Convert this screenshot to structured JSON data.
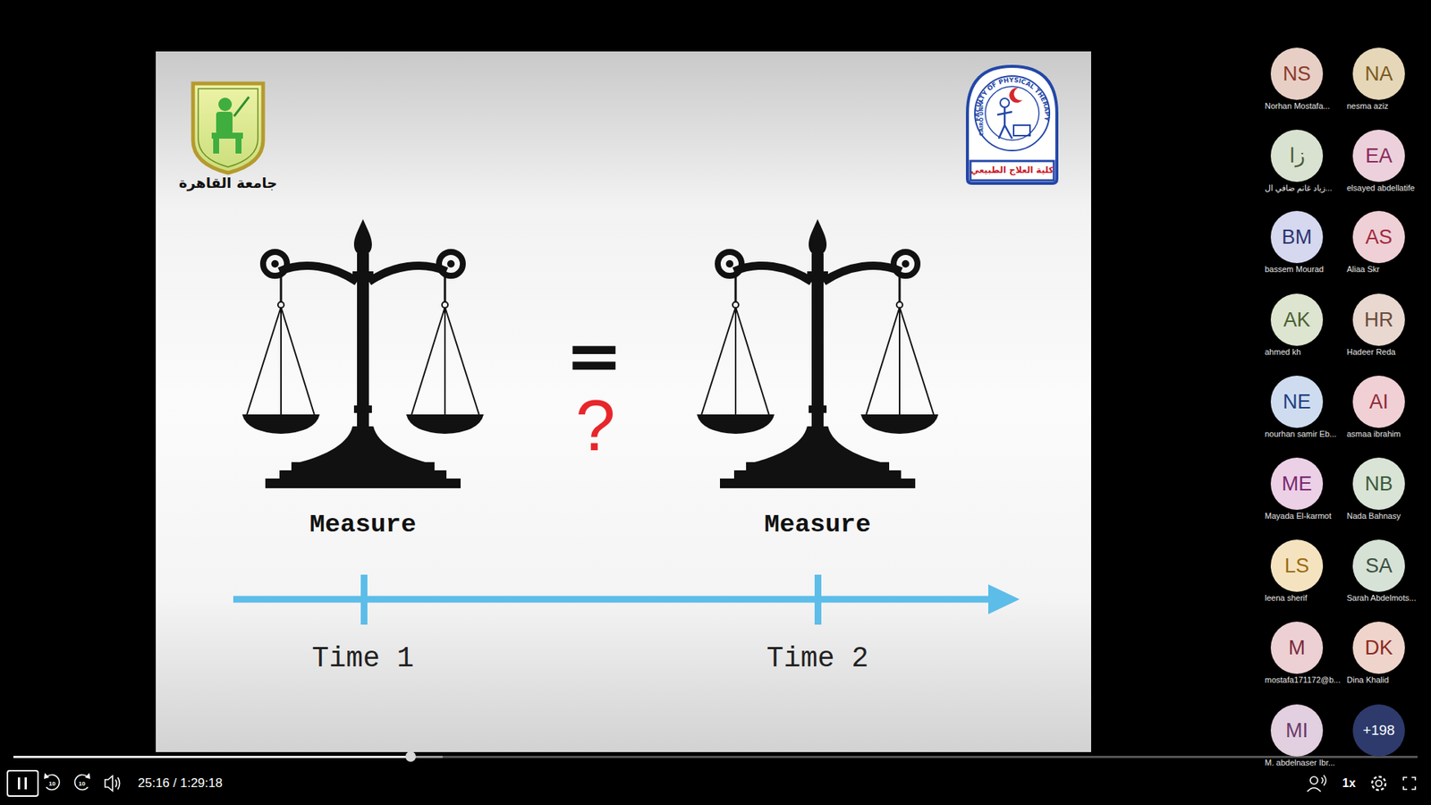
{
  "diagram": {
    "nodes": [
      {
        "text": [
          "NS",
          "Norhan Mostafa..."
        ]
      },
      {
        "text": [
          "NA",
          "nesma aziz"
        ]
      },
      {
        "text": [
          "زا",
          "زياد غانم ضافي ال..."
        ]
      },
      {
        "text": [
          "EA",
          "elsayed abdellatife"
        ]
      },
      {
        "text": [
          "BM",
          "bassem Mourad"
        ]
      },
      {
        "text": [
          "AS",
          "Aliaa Skr"
        ]
      },
      {
        "text": [
          "AK",
          "ahmed kh"
        ]
      },
      {
        "text": [
          "HR",
          "Hadeer Reda"
        ]
      },
      {
        "text": [
          "NE",
          "nourhan samir Eb..."
        ]
      },
      {
        "text": [
          "AI",
          "asmaa ibrahim"
        ]
      },
      {
        "text": [
          "ME",
          "Mayada El-karmot"
        ]
      },
      {
        "text": [
          "NB",
          "Nada Bahnasy"
        ]
      },
      {
        "text": [
          "LS",
          "leena sherif"
        ]
      },
      {
        "text": [
          "SA",
          "Sarah Abdelmots..."
        ]
      },
      {
        "text": [
          "M",
          "mostafa171172@b..."
        ]
      },
      {
        "text": [
          "DK",
          "Dina Khalid"
        ]
      },
      {
        "text": [
          "MI",
          "M. abdelnaser Ibr..."
        ]
      },
      {
        "text": [
          "+198"
        ]
      }
    ],
    "labels": [
      "جامعة القاهرة",
      "FACULTY OF PHYSICAL THERAPY",
      "CAIRO UNIV.",
      "كلية العلاج الطبيعي",
      "Measure",
      "=",
      "?",
      "Measure",
      "Time 1",
      "Time 2",
      "10",
      "10",
      "25:16 / 1:29:18",
      "1x"
    ]
  }
}
